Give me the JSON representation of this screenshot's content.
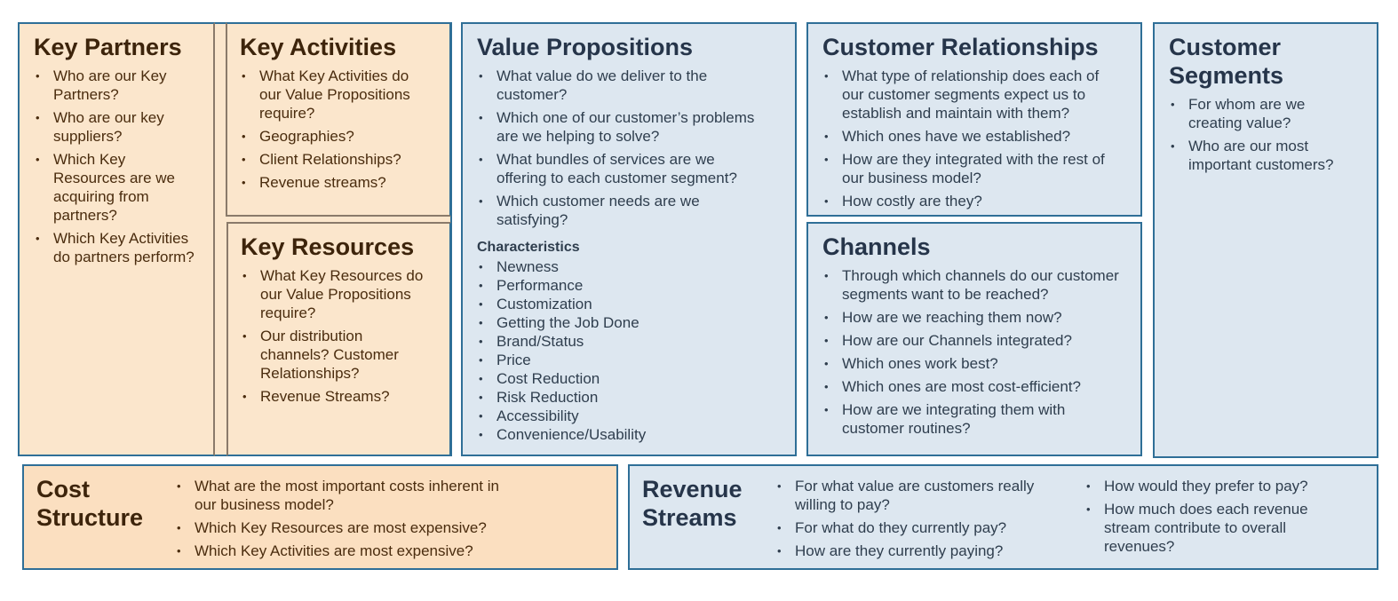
{
  "key_partners": {
    "title": "Key Partners",
    "items": [
      "Who are our Key Partners?",
      "Who are our key suppliers?",
      "Which Key Resources are we acquiring from partners?",
      "Which Key Activities do partners perform?"
    ]
  },
  "key_activities": {
    "title": "Key Activities",
    "items": [
      "What Key Activities do our Value Propositions require?",
      "Geographies?",
      "Client Relationships?",
      "Revenue streams?"
    ]
  },
  "key_resources": {
    "title": "Key Resources",
    "items": [
      "What Key Resources do our Value Propositions require?",
      "Our distribution channels? Customer Relationships?",
      "Revenue Streams?"
    ]
  },
  "value_propositions": {
    "title": "Value Propositions",
    "items": [
      "What value do we deliver to the customer?",
      "Which one of our customer’s problems are we helping to solve?",
      "What bundles of  services are we offering to each customer segment?",
      "Which customer needs are we satisfying?"
    ],
    "characteristics_title": "Characteristics",
    "characteristics": [
      "Newness",
      "Performance",
      "Customization",
      "Getting the Job Done",
      "Brand/Status",
      "Price",
      "Cost Reduction",
      "Risk Reduction",
      "Accessibility",
      "Convenience/Usability"
    ]
  },
  "customer_relationships": {
    "title": "Customer Relationships",
    "items": [
      "What type of relationship does each of our customer segments expect us to establish and maintain with them?",
      "Which ones have we established?",
      "How are they integrated with the rest of our business model?",
      "How costly are they?"
    ]
  },
  "channels": {
    "title": "Channels",
    "items": [
      "Through which channels do our customer segments want to be reached?",
      "How are we reaching them now?",
      "How are our Channels integrated?",
      "Which ones work best?",
      "Which ones are most cost-efficient?",
      "How are we integrating them with customer routines?"
    ]
  },
  "customer_segments": {
    "title": "Customer Segments",
    "items": [
      "For whom are we creating value?",
      "Who are our most important customers?"
    ]
  },
  "cost_structure": {
    "title": "Cost Structure",
    "items": [
      "What are the most important costs inherent in our business model?",
      "Which Key Resources are most expensive?",
      "Which Key Activities are most expensive?"
    ]
  },
  "revenue_streams": {
    "title": "Revenue Streams",
    "items_left": [
      "For what value are customers really willing to pay?",
      "For what do they currently pay?",
      "How are they currently paying?"
    ],
    "items_right": [
      "How would they prefer to pay?",
      "How much does each revenue stream contribute to overall revenues?"
    ]
  }
}
